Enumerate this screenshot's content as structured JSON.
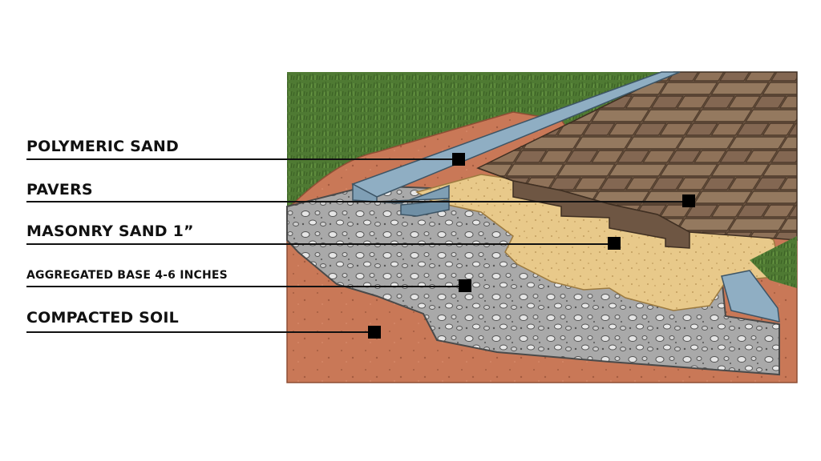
{
  "layers": [
    {
      "label": "POLYMERIC SAND"
    },
    {
      "label": "PAVERS"
    },
    {
      "label": "MASONRY SAND 1”"
    },
    {
      "label": "AGGREGATED BASE 4-6 INCHES"
    },
    {
      "label": "COMPACTED SOIL"
    }
  ],
  "colors": {
    "grass": "#4f7a33",
    "soil": "#c97857",
    "aggregate": "#a7a7a7",
    "masonry_sand": "#e8c98a",
    "pavers": "#8a6f58",
    "edge_restraint": "#7f9fb5",
    "leader": "#111111"
  }
}
